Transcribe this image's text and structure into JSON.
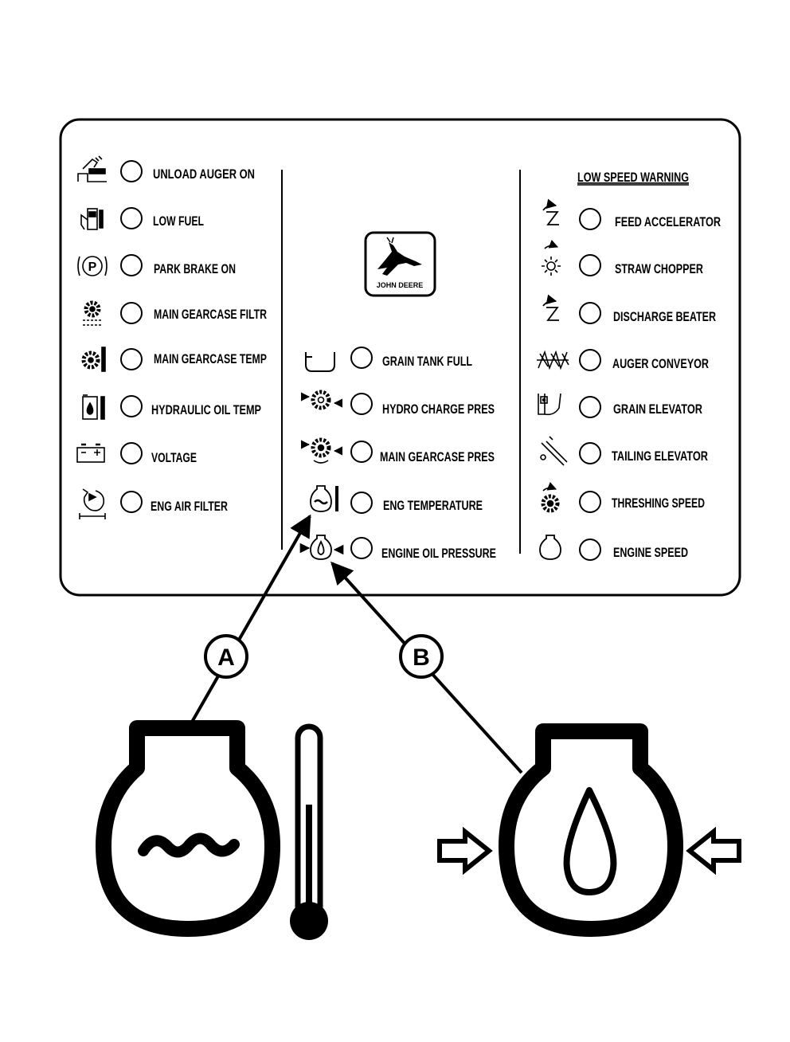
{
  "logo": {
    "text": "JOHN DEERE"
  },
  "left_column": [
    {
      "icon": "unload-auger-icon",
      "label": "UNLOAD AUGER  ON"
    },
    {
      "icon": "fuel-pump-icon",
      "label": "LOW FUEL"
    },
    {
      "icon": "park-brake-icon",
      "label": "PARK BRAKE ON"
    },
    {
      "icon": "gearcase-filter-icon",
      "label": "MAIN GEARCASE FILTR"
    },
    {
      "icon": "gearcase-temp-icon",
      "label": "MAIN GEARCASE TEMP"
    },
    {
      "icon": "hydraulic-oil-temp-icon",
      "label": "HYDRAULIC OIL TEMP"
    },
    {
      "icon": "battery-icon",
      "label": "VOLTAGE"
    },
    {
      "icon": "air-filter-icon",
      "label": "ENG AIR FILTER"
    }
  ],
  "middle_column": [
    {
      "icon": "grain-tank-icon",
      "label": "GRAIN TANK FULL"
    },
    {
      "icon": "hydro-charge-pressure-icon",
      "label": "HYDRO CHARGE PRES"
    },
    {
      "icon": "gearcase-pressure-icon",
      "label": "MAIN GEARCASE PRES"
    },
    {
      "icon": "engine-temperature-icon",
      "label": "ENG TEMPERATURE"
    },
    {
      "icon": "engine-oil-pressure-icon",
      "label": "ENGINE OIL PRESSURE"
    }
  ],
  "right_column": {
    "header": "LOW SPEED WARNING",
    "items": [
      {
        "icon": "feed-accelerator-icon",
        "label": "FEED ACCELERATOR"
      },
      {
        "icon": "straw-chopper-icon",
        "label": "STRAW CHOPPER"
      },
      {
        "icon": "discharge-beater-icon",
        "label": "DISCHARGE BEATER"
      },
      {
        "icon": "auger-conveyor-icon",
        "label": "AUGER CONVEYOR"
      },
      {
        "icon": "grain-elevator-icon",
        "label": "GRAIN ELEVATOR"
      },
      {
        "icon": "tailing-elevator-icon",
        "label": "TAILING ELEVATOR"
      },
      {
        "icon": "threshing-speed-icon",
        "label": "THRESHING SPEED"
      },
      {
        "icon": "engine-speed-icon",
        "label": "ENGINE SPEED"
      }
    ]
  },
  "callouts": [
    {
      "id": "A",
      "label": "A",
      "enlarged_icon": "engine-coolant-temperature-icon"
    },
    {
      "id": "B",
      "label": "B",
      "enlarged_icon": "engine-oil-pressure-icon"
    }
  ],
  "colors": {
    "ink": "#000000",
    "paper": "#ffffff"
  }
}
